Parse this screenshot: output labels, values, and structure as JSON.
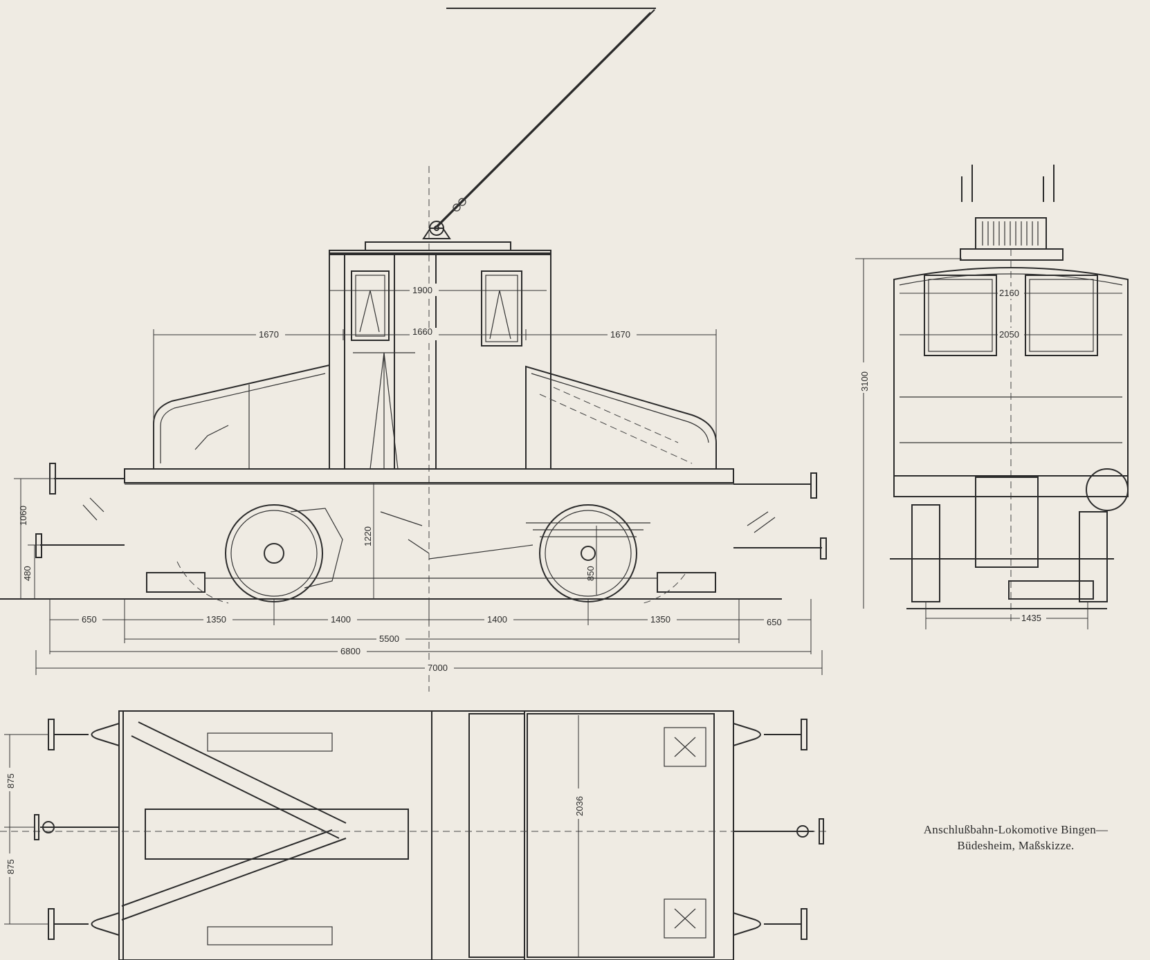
{
  "caption": {
    "line1": "Anschlußbahn-Lokomotive Bingen—",
    "line2": "Büdesheim, Maßskizze."
  },
  "dimensions": {
    "cab_width": "1900",
    "hood_left": "1670",
    "cab_len": "1660",
    "hood_right": "1670",
    "buffer_height": "1060",
    "coupling_height": "480",
    "frame_height": "1220",
    "wheel_diameter": "850",
    "overhang_left": "650",
    "seg_1350_left": "1350",
    "seg_1400_left": "1400",
    "seg_1400_right": "1400",
    "seg_1350_right": "1350",
    "overhang_right": "650",
    "frame_length": "5500",
    "length_buffers": "6800",
    "length_overall": "7000",
    "total_height": "3100",
    "roof_width": "2160",
    "body_width": "2050",
    "gauge": "1435",
    "half_width_upper": "875",
    "half_width_lower": "875",
    "inner_width": "2036"
  },
  "colors": {
    "paper": "#efebe3",
    "ink": "#2b2b2b"
  }
}
